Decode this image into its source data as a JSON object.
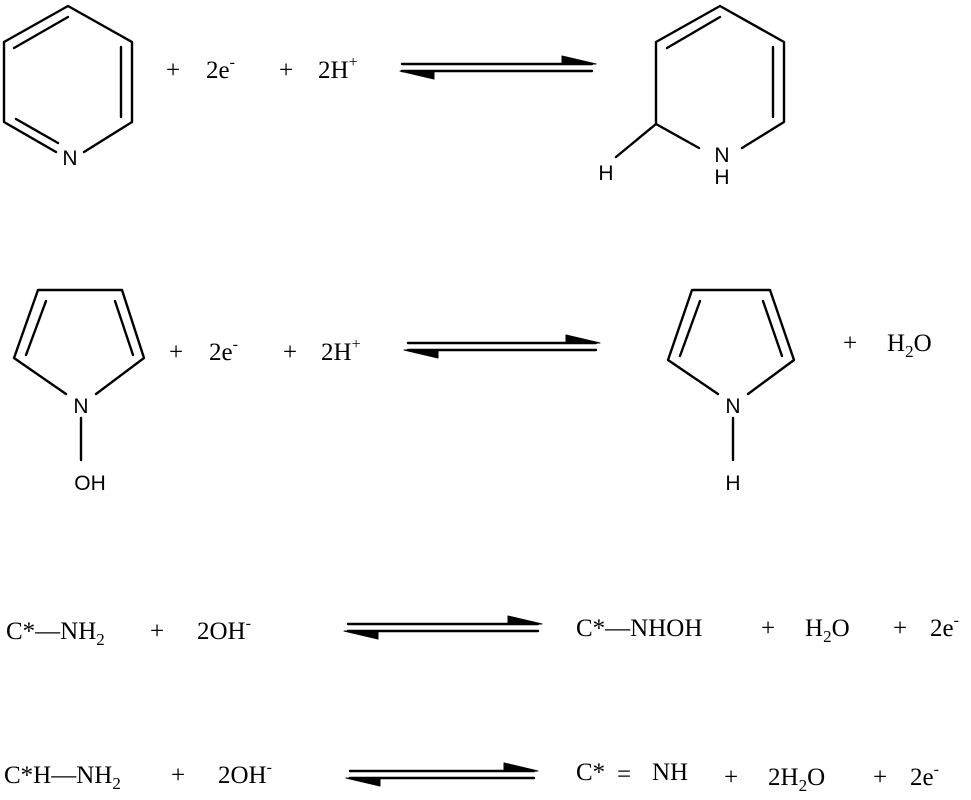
{
  "reactions": [
    {
      "reactant_atoms": {
        "n": "N"
      },
      "reactant_terms": {
        "plus1": "+",
        "e_coef": "2e",
        "e_sup": "-",
        "plus2": "+",
        "h_coef": "2H",
        "h_sup": "+"
      },
      "product_atoms": {
        "h": "H",
        "nh_n": "N",
        "nh_h": "H"
      }
    },
    {
      "reactant_atoms": {
        "n": "N",
        "oh": "OH"
      },
      "reactant_terms": {
        "plus1": "+",
        "e_coef": "2e",
        "e_sup": "-",
        "plus2": "+",
        "h_coef": "2H",
        "h_sup": "+"
      },
      "product_atoms": {
        "n": "N",
        "h": "H"
      },
      "product_terms": {
        "plus": "+",
        "water_h": "H",
        "water_sub": "2",
        "water_o": "O"
      }
    },
    {
      "left": {
        "species": "C*—NH",
        "species_sub": "2",
        "plus": "+",
        "ion": "2OH",
        "ion_sup": "-"
      },
      "right": {
        "species": "C*—NHOH",
        "plus1": "+",
        "water_h": "H",
        "water_sub": "2",
        "water_o": "O",
        "plus2": "+",
        "e": "2e",
        "e_sup": "-"
      }
    },
    {
      "left": {
        "species": "C*H—NH",
        "species_sub": "2",
        "plus": "+",
        "ion": "2OH",
        "ion_sup": "-"
      },
      "right": {
        "c": "C*",
        "bond": "=",
        "nh": "NH",
        "plus1": "+",
        "water_coef": "2H",
        "water_sub": "2",
        "water_o": "O",
        "plus2": "+",
        "e": "2e",
        "e_sup": "-"
      }
    }
  ]
}
